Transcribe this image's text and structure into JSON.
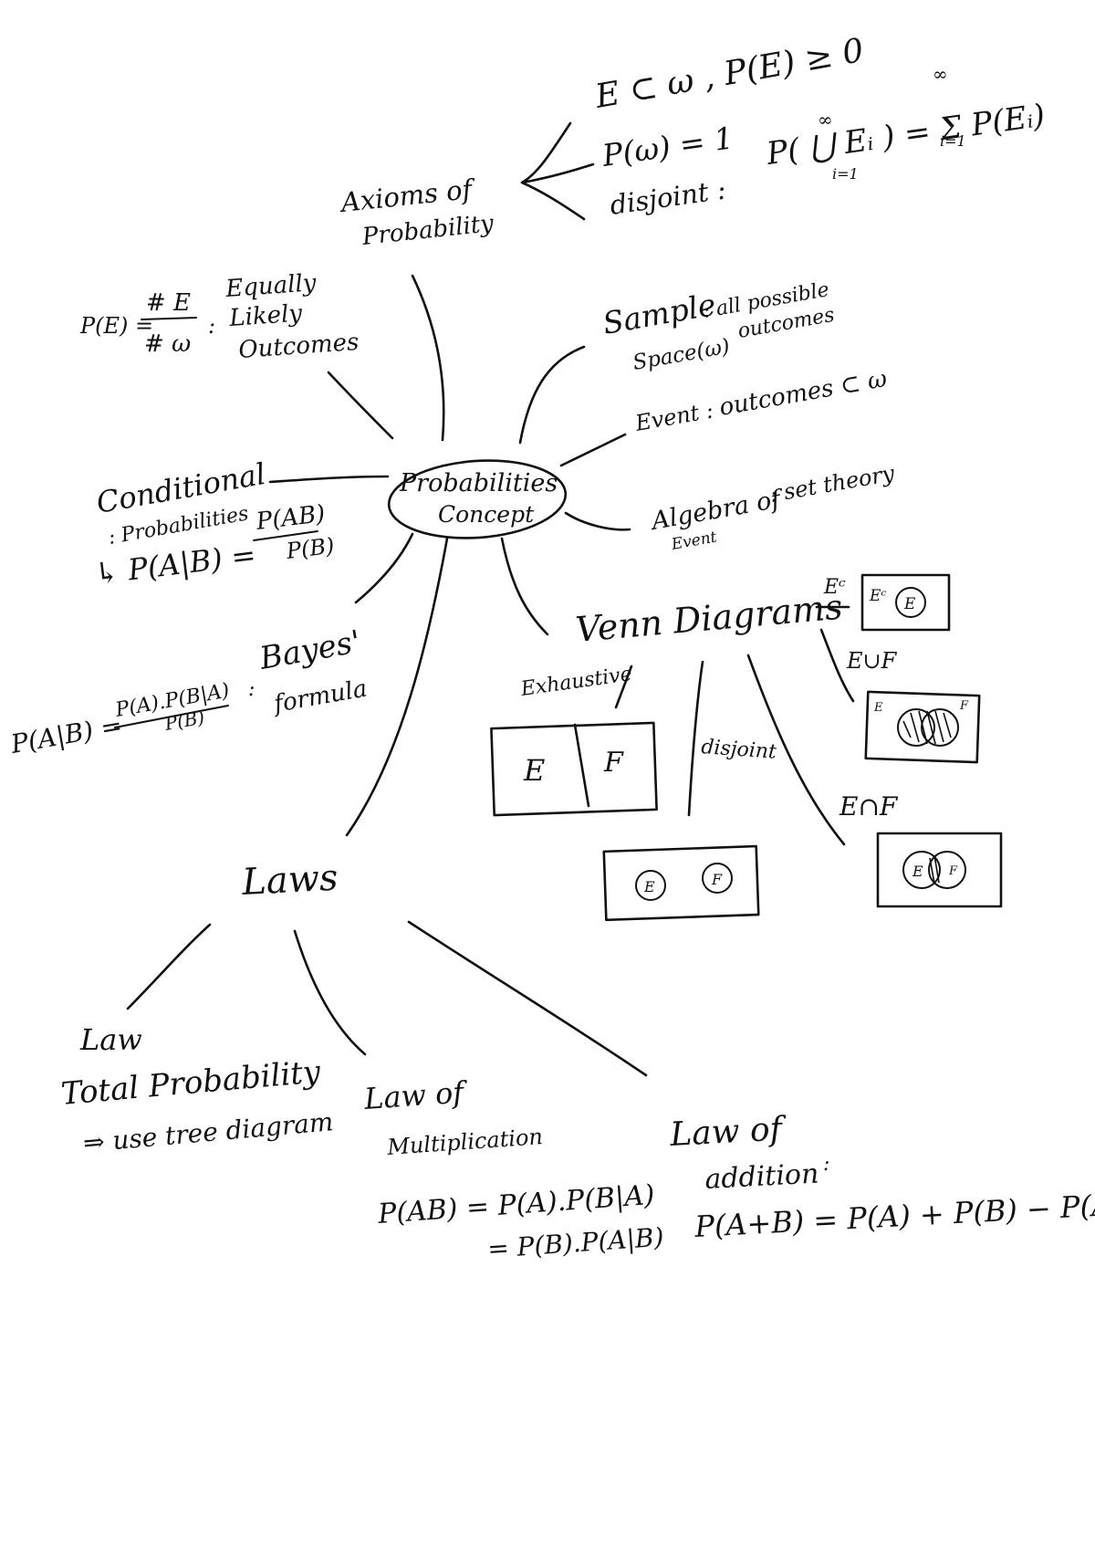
{
  "center": {
    "line1": "Probabilities",
    "line2": "Concept"
  },
  "axioms": {
    "title1": "Axioms of",
    "title2": "Probability",
    "a1": "E ⊂ ω ,  P(E) ≥ 0",
    "a2": "P(ω) = 1",
    "a3_label": "disjoint :",
    "a3_formula": "P( ⋃ Eᵢ ) = Σ P(Eᵢ)",
    "sup": "∞",
    "sub": "i=1"
  },
  "equally_likely": {
    "formula_left": "P(E) =",
    "numerator": "# E",
    "denominator": "# ω",
    "colon": ":",
    "text1": "Equally",
    "text2": "Likely",
    "text3": "Outcomes"
  },
  "sample_space": {
    "label1": "Sample",
    "label2": "Space(ω)",
    "desc1": ": all possible",
    "desc2": "outcomes"
  },
  "event": {
    "label": "Event :",
    "desc": "outcomes ⊂ ω"
  },
  "algebra": {
    "label1": "Algebra of",
    "label2": "Event",
    "desc": ": set theory"
  },
  "conditional": {
    "title1": "Conditional",
    "title2": ": Probabilities",
    "formula_left": "↳ P(A|B) =",
    "numerator": "P(AB)",
    "denominator": "P(B)"
  },
  "bayes": {
    "formula_left": "P(A|B) =",
    "numerator": "P(A).P(B|A)",
    "denominator": "P(B)",
    "colon": ":",
    "title1": "Bayes'",
    "title2": "formula"
  },
  "venn": {
    "title": "Venn Diagrams",
    "complement_label": "Eᶜ",
    "complement_box_outer": "Eᶜ",
    "complement_box_inner": "E",
    "union_label": "E∪F",
    "intersection_label": "E∩F",
    "exhaustive_label": "Exhaustive",
    "disjoint_label": "disjoint",
    "e": "E",
    "f": "F"
  },
  "laws": {
    "title": "Laws",
    "total": {
      "line1": "Law",
      "line2": "Total Probability",
      "line3": "⇒ use tree diagram"
    },
    "multiplication": {
      "line1": "Law of",
      "line2": "Multiplication",
      "line3": "P(AB) = P(A).P(B|A)",
      "line4": "= P(B).P(A|B)"
    },
    "addition": {
      "line1": "Law of",
      "line2": "addition",
      "colon": ":",
      "line3": "P(A+B) = P(A) + P(B) − P(AB)"
    }
  }
}
